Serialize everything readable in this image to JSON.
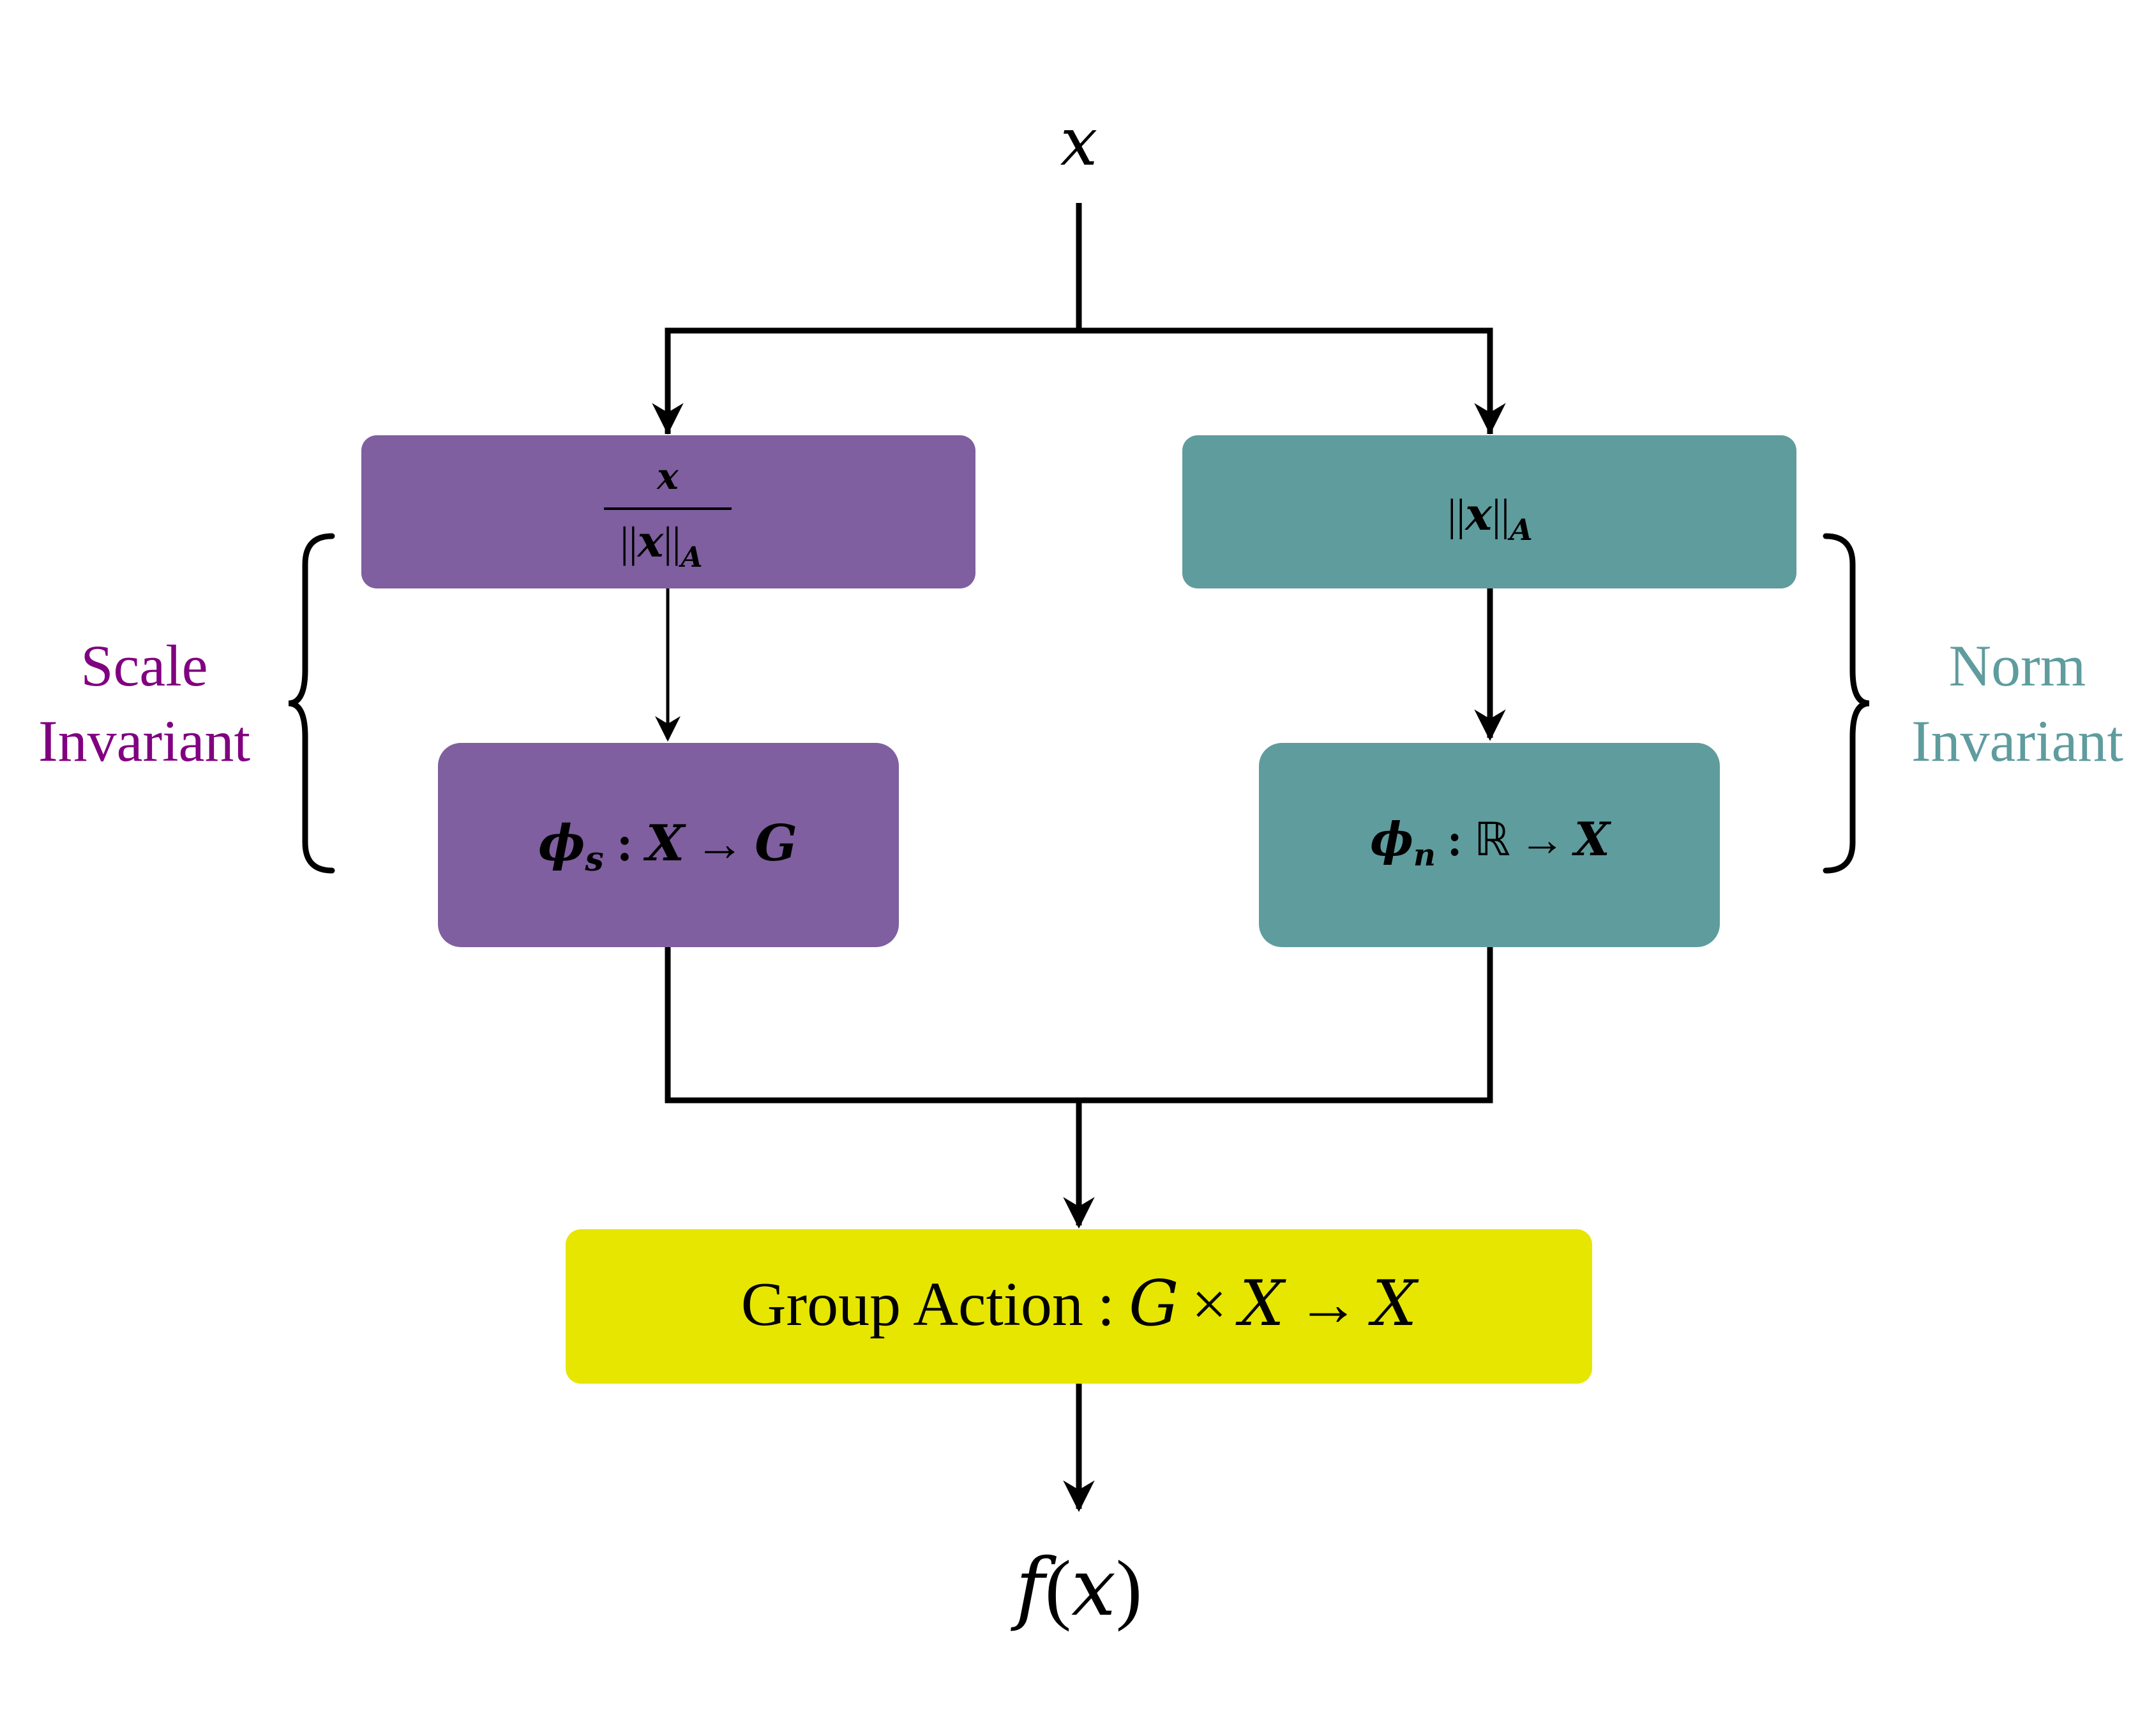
{
  "input": {
    "var": "x"
  },
  "output": {
    "func": "f",
    "open": "(",
    "var": "x",
    "close": ")"
  },
  "scale_box": {
    "numerator": "x",
    "denominator": {
      "bars_left": "||",
      "var": "x",
      "bars_right": "||",
      "sub": "A"
    },
    "color": "#7F5F9F"
  },
  "norm_box": {
    "bars_left": "||",
    "var": "x",
    "bars_right": "||",
    "sub": "A",
    "color": "#5F9C9E"
  },
  "phi_s_box": {
    "phi": "ϕ",
    "sub": "s",
    "colon": ":",
    "domain": "X",
    "arrow": "→",
    "codomain": "G",
    "color": "#7F5F9F"
  },
  "phi_n_box": {
    "phi": "ϕ",
    "sub": "n",
    "colon": ":",
    "domain": "ℝ",
    "arrow": "→",
    "codomain": "X",
    "color": "#5F9C9E"
  },
  "group_box": {
    "label": "Group Action",
    "colon": ":",
    "g": "G",
    "times": "×",
    "x1": "X",
    "arrow": "→",
    "x2": "X",
    "color": "#E6E600"
  },
  "scale_label": {
    "line1": "Scale",
    "line2": "Invariant",
    "color": "#800080"
  },
  "norm_label": {
    "line1": "Norm",
    "line2": "Invariant",
    "color": "#5F9C9E"
  }
}
